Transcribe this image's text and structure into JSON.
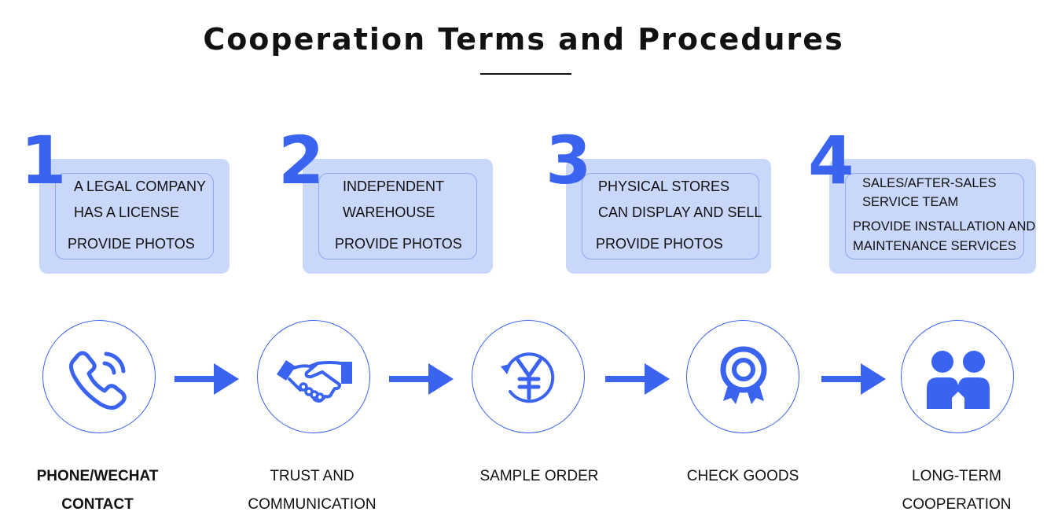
{
  "title": "Cooperation Terms and Procedures",
  "accent_color": "#3a63f0",
  "card_color": "#c9d7fb",
  "terms": [
    {
      "number": "1",
      "lines": [
        "A LEGAL COMPANY",
        "HAS A LICENSE",
        "PROVIDE PHOTOS"
      ]
    },
    {
      "number": "2",
      "lines": [
        "INDEPENDENT",
        "WAREHOUSE",
        "PROVIDE PHOTOS"
      ]
    },
    {
      "number": "3",
      "lines": [
        "PHYSICAL STORES",
        "CAN DISPLAY AND SELL",
        "PROVIDE PHOTOS"
      ]
    },
    {
      "number": "4",
      "lines": [
        "SALES/AFTER-SALES",
        "SERVICE TEAM",
        "PROVIDE INSTALLATION AND",
        "MAINTENANCE SERVICES"
      ]
    }
  ],
  "steps": [
    {
      "icon": "phone-icon",
      "lines": [
        "PHONE/WECHAT",
        "CONTACT"
      ]
    },
    {
      "icon": "handshake-icon",
      "lines": [
        "TRUST AND",
        "COMMUNICATION"
      ]
    },
    {
      "icon": "yen-icon",
      "lines": [
        "SAMPLE ORDER"
      ]
    },
    {
      "icon": "badge-icon",
      "lines": [
        "CHECK GOODS"
      ]
    },
    {
      "icon": "people-icon",
      "lines": [
        "LONG-TERM",
        "COOPERATION"
      ]
    }
  ]
}
